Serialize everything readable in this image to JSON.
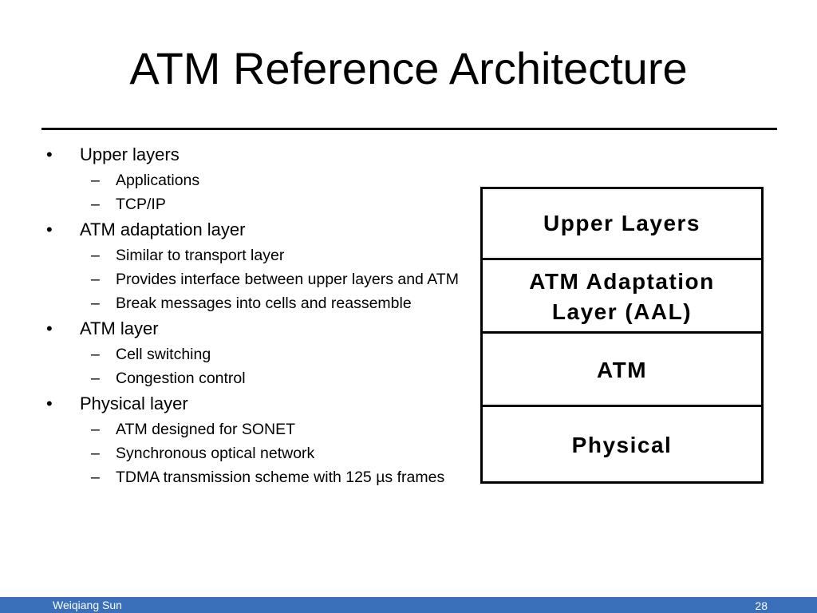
{
  "slide": {
    "title": "ATM Reference Architecture"
  },
  "bullets": [
    {
      "text": "Upper layers",
      "subs": [
        "Applications",
        "TCP/IP"
      ]
    },
    {
      "text": "ATM adaptation layer",
      "subs": [
        "Similar to transport layer",
        "Provides interface between upper layers and ATM",
        "Break messages into cells and reassemble"
      ]
    },
    {
      "text": "ATM layer",
      "subs": [
        "Cell switching",
        "Congestion control"
      ]
    },
    {
      "text": "Physical layer",
      "subs": [
        "ATM designed for SONET",
        "Synchronous optical network",
        "TDMA transmission scheme with 125 µs frames"
      ]
    }
  ],
  "bullet_symbol": "•",
  "sub_symbol": "–",
  "diagram": {
    "layers": [
      "Upper Layers",
      "ATM Adaptation\nLayer (AAL)",
      "ATM",
      "Physical"
    ]
  },
  "footer": {
    "author": "Weiqiang Sun",
    "page": "28",
    "bar_color": "#3a70b9"
  }
}
